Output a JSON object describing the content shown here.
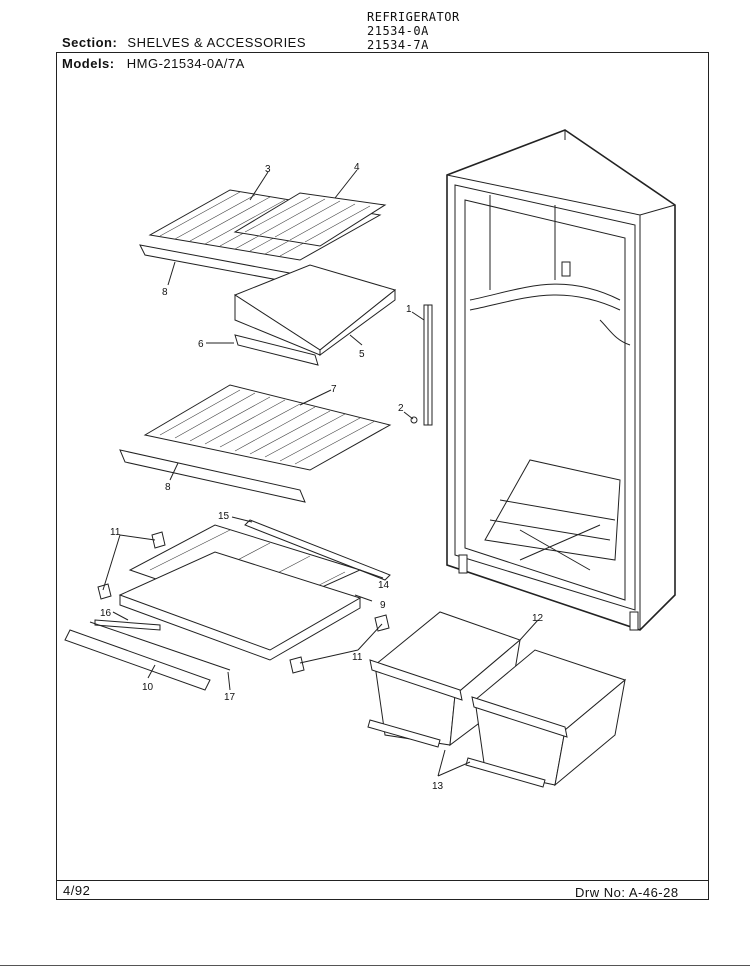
{
  "header": {
    "section_label": "Section:",
    "section_value": "SHELVES & ACCESSORIES",
    "product_title": "REFRIGERATOR",
    "product_codes": [
      "21534-0A",
      "21534-7A"
    ],
    "models_label": "Models:",
    "models_value": "HMG-21534-0A/7A"
  },
  "footer": {
    "date": "4/92",
    "drawing_number": "Drw No: A-46-28"
  },
  "callouts": [
    "1",
    "2",
    "3",
    "4",
    "5",
    "6",
    "7",
    "8",
    "8",
    "9",
    "10",
    "11",
    "11",
    "12",
    "13",
    "14",
    "15",
    "16",
    "17"
  ]
}
